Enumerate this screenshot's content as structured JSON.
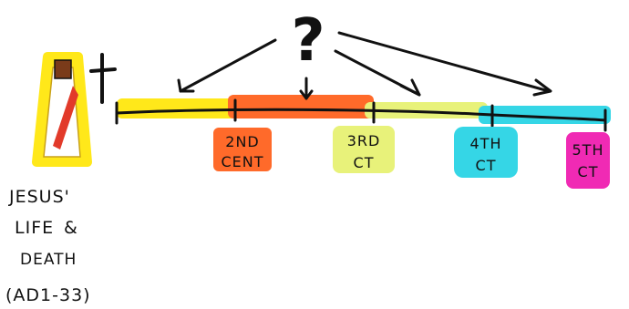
{
  "question_mark": "?",
  "left_caption": {
    "line1": "JESUS'",
    "line2": "LIFE",
    "line2_sign": "&",
    "line3": "DEATH",
    "line4": "(AD1-33)"
  },
  "labels": {
    "second": {
      "line1": "2ND",
      "line2": "CENT",
      "color": "#ff6a2a"
    },
    "third": {
      "line1": "3RD",
      "line2": "CT",
      "color": "#e8f27a"
    },
    "fourth": {
      "line1": "4TH",
      "line2": "CT",
      "color": "#35d6e6"
    },
    "fifth": {
      "line1": "5TH",
      "line2": "CT",
      "color": "#f02ab4"
    }
  },
  "colors": {
    "first_century_band": "#ffe81a",
    "second_century_band": "#ff6a2a",
    "third_century_band": "#e8f27a",
    "fourth_fifth_band": "#35d6e6",
    "figure_halo": "#ffe81a",
    "sash": "#e23a2a",
    "ink": "#111111"
  },
  "icons": [
    "cross-icon",
    "jesus-figure-icon",
    "question-mark-icon",
    "arrow-icon"
  ]
}
